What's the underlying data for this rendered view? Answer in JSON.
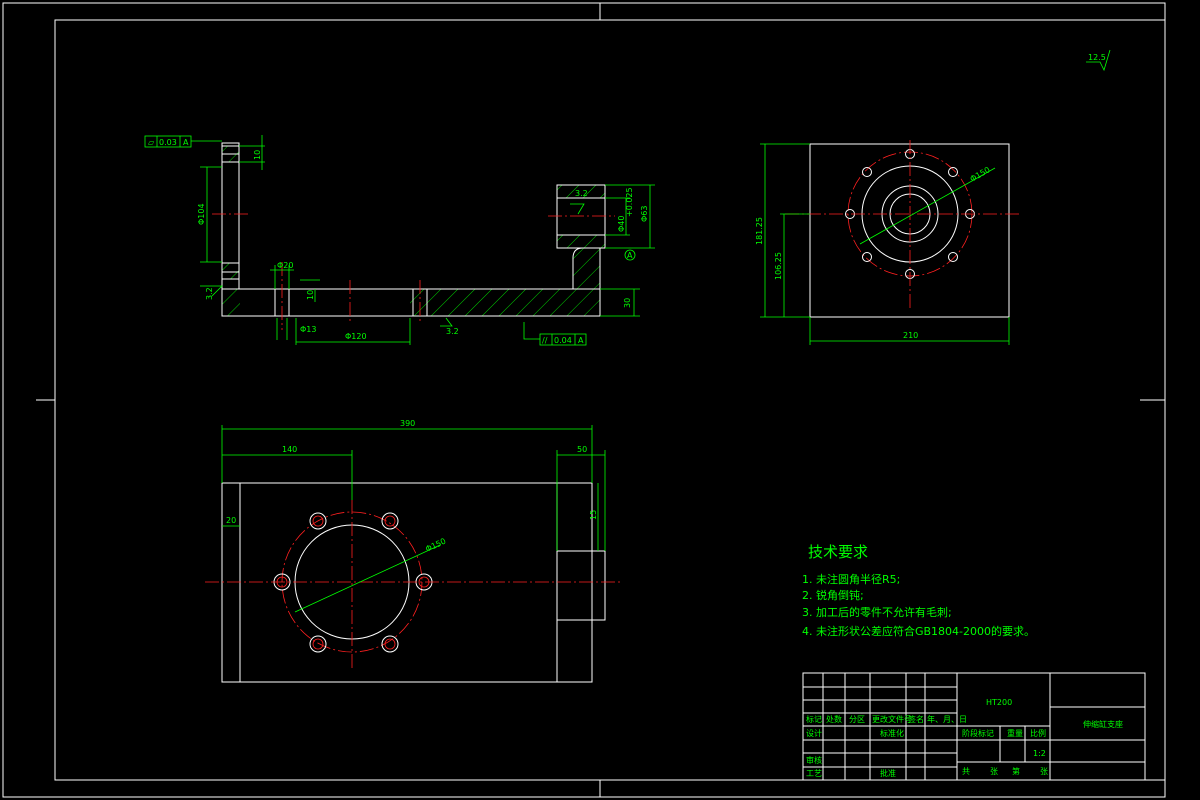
{
  "roughness": "12.5",
  "front_view": {
    "flatness_frame": [
      "▱",
      "0.03",
      "A"
    ],
    "parallelism_frame": [
      "//",
      "0.04",
      "A"
    ],
    "dims": {
      "left_height": "Φ104",
      "slot_small": "10",
      "counterbore": "Φ20",
      "counterbore_depth": "10",
      "hole": "Φ13",
      "span": "Φ120",
      "base_thickness": "30",
      "bore_fit": "Φ40",
      "bore_fit_tol": "+0.025",
      "boss_dia": "Φ63",
      "rough_left": "3.2",
      "rough_bottom": "3.2",
      "rough_bore": "3.2",
      "datum": "A"
    }
  },
  "side_view": {
    "dims": {
      "height_total": "181.25",
      "height_center": "106.25",
      "width": "210",
      "pcd": "Φ150"
    }
  },
  "top_view": {
    "dims": {
      "length": "390",
      "offset_140": "140",
      "boss_50": "50",
      "edge_20": "20",
      "boss_15": "15",
      "pcd": "Φ150"
    }
  },
  "notes": {
    "title": "技术要求",
    "items": [
      "1. 未注圆角半径R5;",
      "2. 锐角倒钝;",
      "3. 加工后的零件不允许有毛刺;",
      "4. 未注形状公差应符合GB1804-2000的要求。"
    ]
  },
  "title_block": {
    "material": "HT200",
    "part_name": "伸缩缸支座",
    "header_row": [
      "标记",
      "处数",
      "分区",
      "更改文件号",
      "签名",
      "年、月、日"
    ],
    "row_design": [
      "设计",
      "标准化"
    ],
    "row_check": "审核",
    "row_process": [
      "工艺",
      "批准"
    ],
    "stage_label": "阶段标记",
    "weight_label": "重量",
    "scale_label": "比例",
    "scale_value": "1:2",
    "sheet_labels": [
      "共",
      "张",
      "第",
      "张"
    ]
  }
}
